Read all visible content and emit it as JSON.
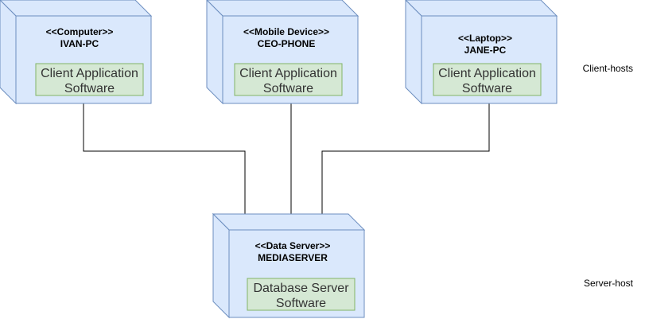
{
  "colors": {
    "node_fill": "#dae8fc",
    "node_stroke": "#6c8ebf",
    "component_fill": "#d5e8d4",
    "component_stroke": "#82b366",
    "connector": "#000000"
  },
  "nodes": [
    {
      "id": "ivan-pc",
      "stereotype": "<<Computer>>",
      "name": "IVAN-PC",
      "component": [
        "Client Application",
        "Software"
      ]
    },
    {
      "id": "ceo-phone",
      "stereotype": "<<Mobile Device>>",
      "name": "CEO-PHONE",
      "component": [
        "Client Application",
        "Software"
      ]
    },
    {
      "id": "jane-pc",
      "stereotype": "<<Laptop>>",
      "name": "JANE-PC",
      "component": [
        "Client Application",
        "Software"
      ]
    },
    {
      "id": "mediaserver",
      "stereotype": "<<Data Server>>",
      "name": "MEDIASERVER",
      "component": [
        "Database Server",
        "Software"
      ]
    }
  ],
  "labels": {
    "client_hosts": "Client-hosts",
    "server_host": "Server-host"
  }
}
